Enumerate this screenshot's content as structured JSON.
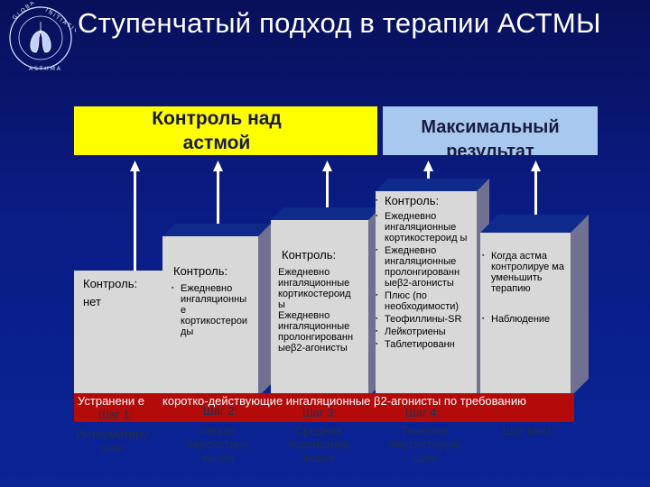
{
  "slide": {
    "title": "Ступенчатый подход в терапии АСТМЫ",
    "banner_left": [
      "Контроль над",
      "астмой"
    ],
    "banner_right": [
      "Максимальный",
      "результат"
    ]
  },
  "col1": {
    "header": "Контроль:",
    "text": "нет"
  },
  "col2": {
    "header": "Контроль:",
    "bullets": [
      "Ежедневно ингаляционны е кортикостерои ды"
    ]
  },
  "col3": {
    "header": "Контроль:",
    "lines": [
      "Ежедневно",
      "ингаляционные",
      "кортикостероид",
      "ы",
      "Ежедневно",
      "ингаляционные",
      "пролонгированн",
      "ыеβ2-агонисты"
    ]
  },
  "col4": {
    "header": "Контроль:",
    "bullets": [
      "Ежедневно ингаляционные кортикостероид ы",
      "Ежедневно ингаляционные пролонгированн ыеβ2-агонисты",
      "Плюс (по необходимости)",
      "Теофиллины-SR",
      "Лейкотриены",
      "Таблетированн"
    ]
  },
  "col5": {
    "bullets": [
      "Когда астма контролируе ма уменьшить терапию",
      "Наблюдение"
    ]
  },
  "bar": {
    "left": "Устранени е",
    "text": "коротко-действующие ингаляционные β2-агонисты по требованию"
  },
  "steps": {
    "step1": "Шаг 1:",
    "step2": "Шаг 2:",
    "step3": "Шаг 3:",
    "step4": "Шаг 4:",
    "step_down": "Шаг вниз",
    "label1": "Интермитиру щая",
    "label2": "Легкая персистиру ющая",
    "label3": "Средняя персистиру ющая",
    "label4": "Тяжелая персистирую щая"
  },
  "colors": {
    "background": "#0a1c86",
    "banner_left": "#ffff00",
    "banner_right": "#a8c8f0",
    "box_front": "#d8d8d8",
    "box_side": "#707090",
    "box_top": "#0e2a8a",
    "bar_red": "#b40a0a"
  }
}
